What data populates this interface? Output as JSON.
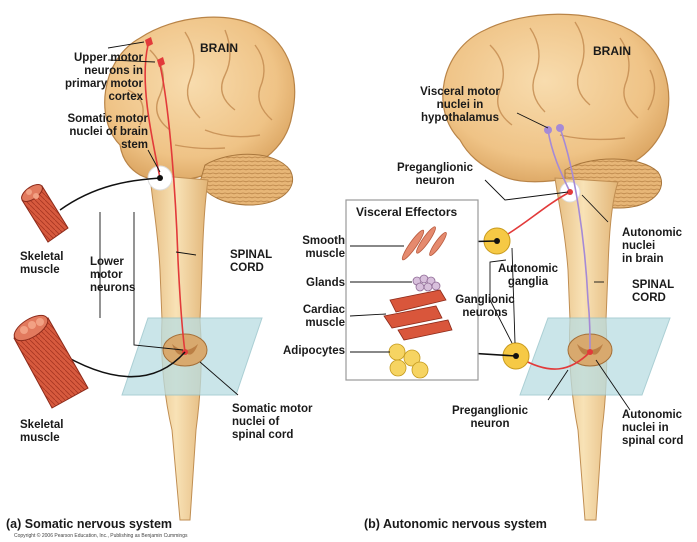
{
  "panel_a": {
    "brain": "BRAIN",
    "upper_motor": [
      "Upper motor",
      "neurons in",
      "primary motor",
      "cortex"
    ],
    "somatic_brainstem": [
      "Somatic motor",
      "nuclei of brain",
      "stem"
    ],
    "skeletal_top": [
      "Skeletal",
      "muscle"
    ],
    "lower_motor": [
      "Lower",
      "motor",
      "neurons"
    ],
    "spinal_cord": [
      "SPINAL",
      "CORD"
    ],
    "skeletal_bottom": [
      "Skeletal",
      "muscle"
    ],
    "somatic_spinal": [
      "Somatic motor",
      "nuclei of",
      "spinal cord"
    ],
    "caption": "(a)  Somatic nervous system",
    "copyright": "Copyright © 2006 Pearson Education, Inc., Publishing as Benjamin Cummings"
  },
  "panel_b": {
    "brain": "BRAIN",
    "visceral_motor": [
      "Visceral motor",
      "nuclei in",
      "hypothalamus"
    ],
    "preganglionic_top": [
      "Preganglionic",
      "neuron"
    ],
    "visceral_effectors": "Visceral Effectors",
    "smooth_muscle": [
      "Smooth",
      "muscle"
    ],
    "glands": "Glands",
    "cardiac_muscle": [
      "Cardiac",
      "muscle"
    ],
    "adipocytes": "Adipocytes",
    "autonomic_ganglia": [
      "Autonomic",
      "ganglia"
    ],
    "ganglionic_neurons": [
      "Ganglionic",
      "neurons"
    ],
    "autonomic_brain": [
      "Autonomic",
      "nuclei",
      "in brain"
    ],
    "spinal_cord": [
      "SPINAL",
      "CORD"
    ],
    "preganglionic_bottom": [
      "Preganglionic",
      "neuron"
    ],
    "autonomic_spinal": [
      "Autonomic",
      "nuclei in",
      "spinal cord"
    ],
    "caption": "(b)  Autonomic nervous system"
  },
  "colors": {
    "brain": "#f2c98e",
    "brain_fold": "#c9945a",
    "cord": "#f5d9a2",
    "upper_neuron": "#e23a3a",
    "visceral_neuron": "#a58ad6",
    "ganglion": "#f6c945",
    "muscle": "#d9563b",
    "plane": "#b9dde2"
  }
}
